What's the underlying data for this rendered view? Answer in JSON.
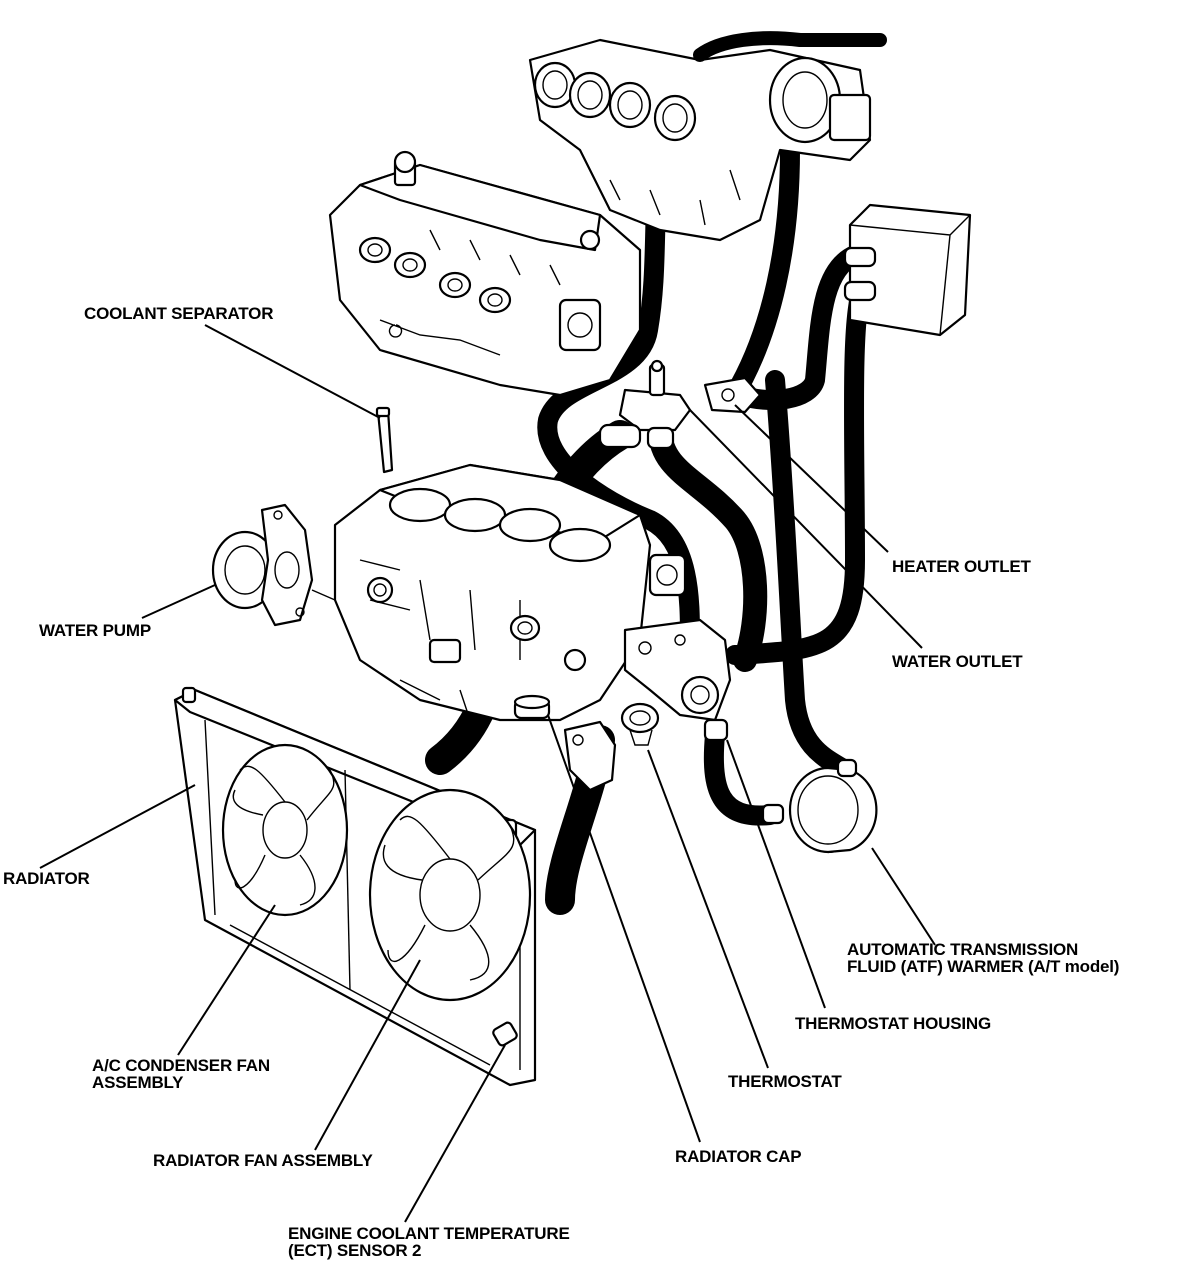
{
  "labels": {
    "coolant_separator": "COOLANT SEPARATOR",
    "heater_outlet": "HEATER OUTLET",
    "water_outlet": "WATER OUTLET",
    "water_pump": "WATER PUMP",
    "radiator": "RADIATOR",
    "atf_warmer_line1": "AUTOMATIC TRANSMISSION",
    "atf_warmer_line2": "FLUID (ATF) WARMER (A/T model)",
    "thermostat_housing": "THERMOSTAT HOUSING",
    "ac_condenser_fan_line1": "A/C CONDENSER FAN",
    "ac_condenser_fan_line2": "ASSEMBLY",
    "thermostat": "THERMOSTAT",
    "radiator_fan_assembly": "RADIATOR FAN ASSEMBLY",
    "radiator_cap": "RADIATOR CAP",
    "ect_sensor_line1": "ENGINE COOLANT TEMPERATURE",
    "ect_sensor_line2": "(ECT) SENSOR 2"
  }
}
